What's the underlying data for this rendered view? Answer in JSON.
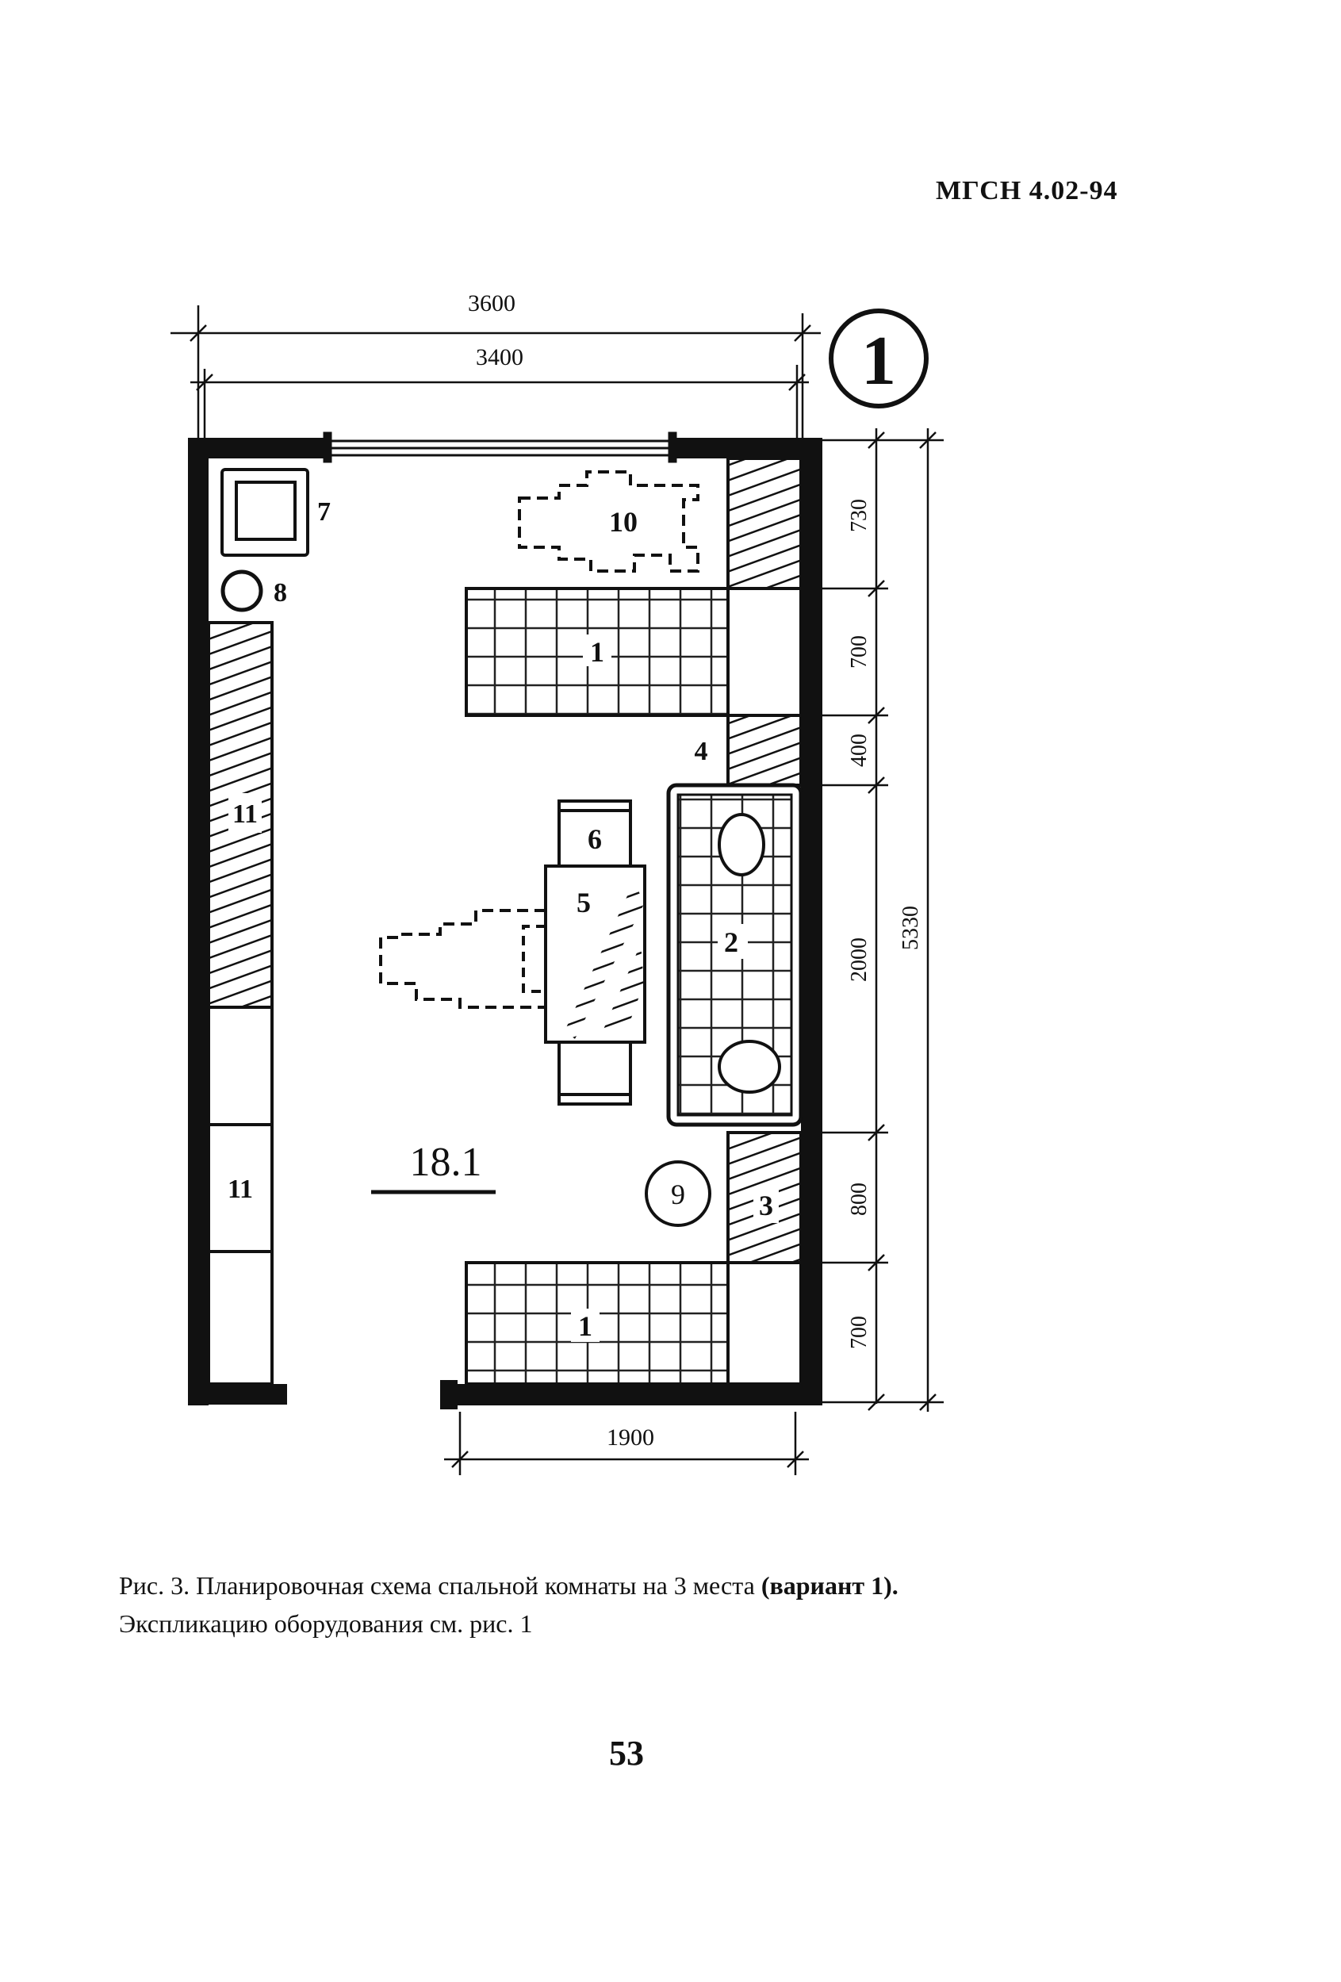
{
  "header": {
    "doc_code": "МГСН 4.02-94"
  },
  "plan": {
    "variant_mark": "1",
    "room_area": "18.1",
    "dimensions": {
      "top_outer": "3600",
      "top_inner": "3400",
      "bottom": "1900",
      "right_segments": [
        "730",
        "700",
        "400",
        "2000",
        "800",
        "700"
      ],
      "right_total": "5330"
    },
    "labels": {
      "bed_top": "1",
      "bed_bottom": "1",
      "sofa_bed": "2",
      "cabinet": "3",
      "shelf": "4",
      "desk": "5",
      "chair": "6",
      "armchair": "7",
      "lamp": "8",
      "wardrobe_left_top": "11",
      "wardrobe_left_bottom": "11",
      "circle_mark": "9",
      "dashed_desk": "10"
    }
  },
  "caption": {
    "line1_prefix": "Рис. 3. Планировочная схема спальной комнаты на 3 места",
    "line1_bold": "(вариант 1).",
    "line2": "Экспликацию оборудования см. рис. 1"
  },
  "footer": {
    "page_number": "53"
  }
}
